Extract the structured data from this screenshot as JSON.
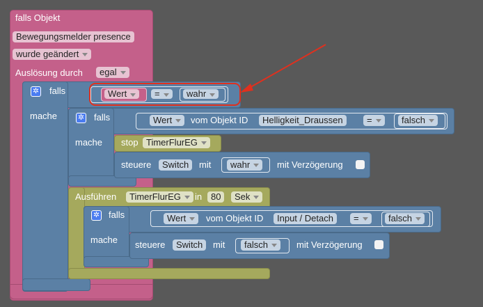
{
  "trigger": {
    "title": "falls Objekt",
    "object_id": "Bewegungsmelder presence",
    "condition": "wurde geändert",
    "trigger_label": "Auslösung durch",
    "trigger_value": "egal"
  },
  "outer_if": {
    "falls": "falls",
    "mache": "mache",
    "cond_left": "Wert",
    "cond_op": "=",
    "cond_right": "wahr"
  },
  "inner_if": {
    "falls": "falls",
    "mache": "mache",
    "value": "Wert",
    "from_object": "vom Objekt ID",
    "object_id": "Helligkeit_Draussen",
    "op": "=",
    "compare": "falsch"
  },
  "stop_block": {
    "label": "stop",
    "timer": "TimerFlurEG"
  },
  "control1": {
    "label": "steuere",
    "target": "Switch",
    "with": "mit",
    "value": "wahr",
    "delay_label": "mit Verzögerung"
  },
  "timeout_block": {
    "label": "Ausführen",
    "timer": "TimerFlurEG",
    "in": "in",
    "amount": "80",
    "unit": "Sek"
  },
  "timeout_if": {
    "falls": "falls",
    "mache": "mache",
    "value": "Wert",
    "from_object": "vom Objekt ID",
    "object_id": "Input / Detach",
    "op": "=",
    "compare": "falsch"
  },
  "control2": {
    "label": "steuere",
    "target": "Switch",
    "with": "mit",
    "value": "falsch",
    "delay_label": "mit Verzögerung"
  },
  "icons": {
    "gear": "gear-icon",
    "arrow": "annotation-arrow",
    "dropdown": "chevron-down-icon"
  },
  "colors": {
    "background": "#595959",
    "trigger": "#c4608a",
    "logic": "#5b80a5",
    "timer": "#a5a95d",
    "highlight": "#e0301e"
  }
}
